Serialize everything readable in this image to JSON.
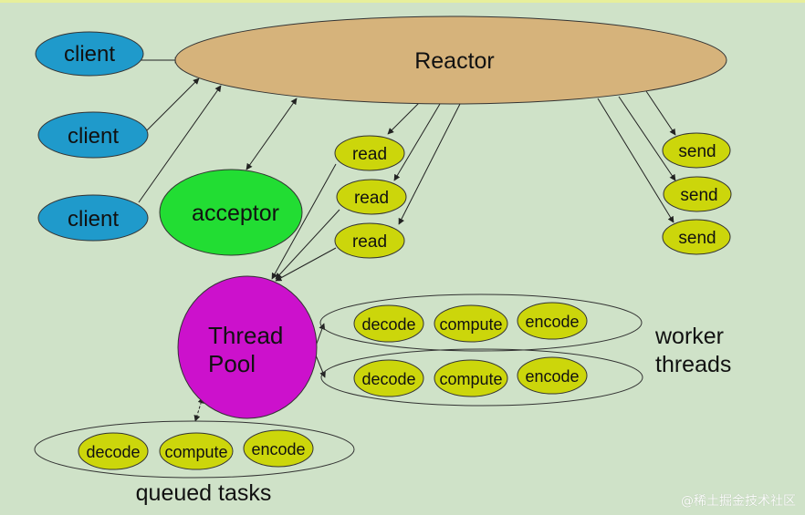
{
  "colors": {
    "background": "#cfe2c8",
    "reactor": "#d6b37b",
    "client": "#1f9acb",
    "acceptor": "#22dd33",
    "thread_pool": "#cc11cc",
    "task": "#ccd60b",
    "line": "#222222"
  },
  "diagram": {
    "reactor": "Reactor",
    "clients": [
      "client",
      "client",
      "client"
    ],
    "acceptor": "acceptor",
    "reads": [
      "read",
      "read",
      "read"
    ],
    "sends": [
      "send",
      "send",
      "send"
    ],
    "thread_pool": [
      "Thread",
      "Pool"
    ],
    "worker_rows": [
      [
        "decode",
        "compute",
        "encode"
      ],
      [
        "decode",
        "compute",
        "encode"
      ]
    ],
    "queued_row": [
      "decode",
      "compute",
      "encode"
    ],
    "worker_label": [
      "worker",
      "threads"
    ],
    "queued_label": "queued tasks"
  },
  "watermark": "@稀土掘金技术社区"
}
